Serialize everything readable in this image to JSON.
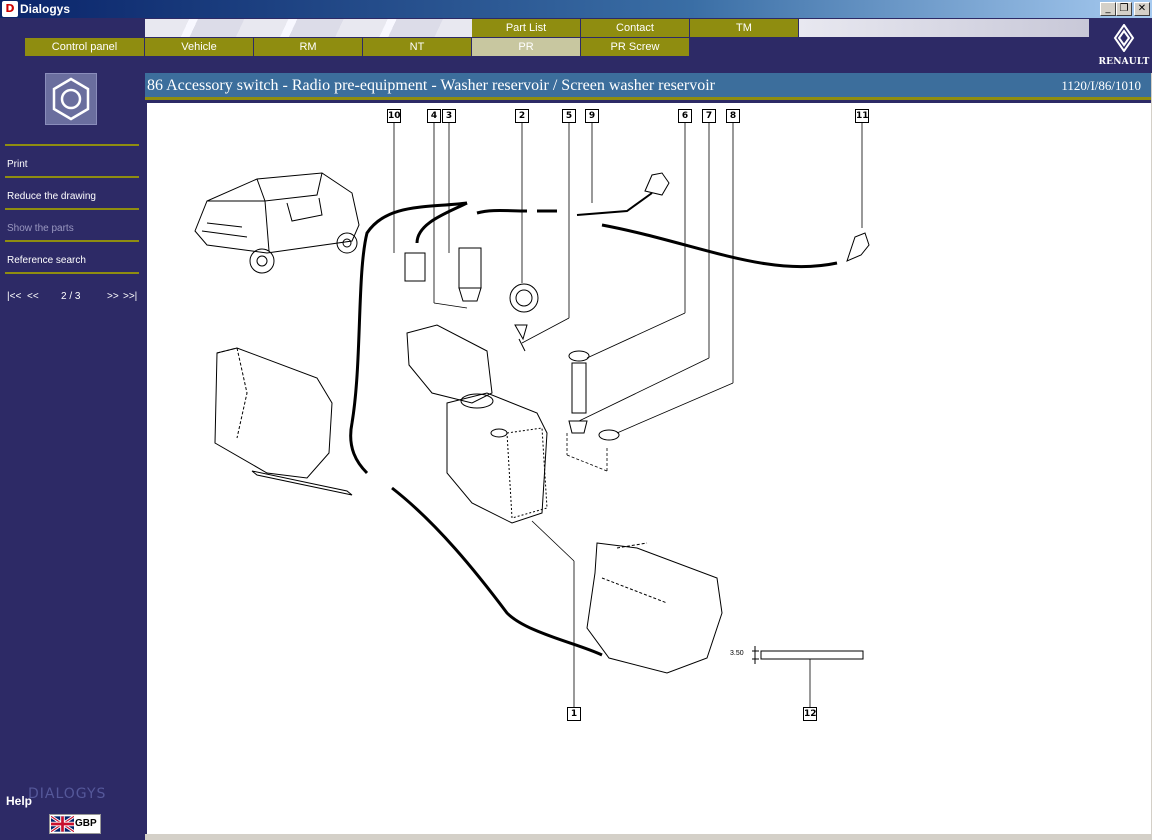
{
  "window": {
    "title": "Dialogys",
    "icon": "dialogys-app-icon"
  },
  "nav": {
    "top_tabs": [
      {
        "label": "Part List"
      },
      {
        "label": "Contact"
      },
      {
        "label": "TM"
      }
    ],
    "bottom_tabs": [
      {
        "label": "Control panel"
      },
      {
        "label": "Vehicle"
      },
      {
        "label": "RM"
      },
      {
        "label": "NT"
      },
      {
        "label": "PR",
        "active": true
      },
      {
        "label": "PR Screw"
      }
    ]
  },
  "brand": {
    "name": "RENAULT"
  },
  "sidebar": {
    "items": [
      {
        "label": "Print",
        "enabled": true
      },
      {
        "label": "Reduce the drawing",
        "enabled": true
      },
      {
        "label": "Show the parts",
        "enabled": false
      },
      {
        "label": "Reference search",
        "enabled": true
      }
    ],
    "pager": {
      "first": "|<<",
      "prev": "<<",
      "page": "2 / 3",
      "next": ">>",
      "last": ">>|"
    },
    "help": "Help",
    "watermark": "DIALOGYS",
    "currency": "GBP"
  },
  "page": {
    "title": "86 Accessory switch - Radio pre-equipment - Washer reservoir / Screen washer reservoir",
    "reference": "1120/I/86/1010"
  },
  "drawing": {
    "callouts": [
      "10",
      "4",
      "3",
      "2",
      "5",
      "9",
      "6",
      "7",
      "8",
      "11",
      "1",
      "12"
    ],
    "dimension": "3.50"
  },
  "colors": {
    "background": "#2d2a66",
    "tab": "#8f8d10",
    "tab_active": "#c8c7a0",
    "header": "#3c6e9c"
  }
}
